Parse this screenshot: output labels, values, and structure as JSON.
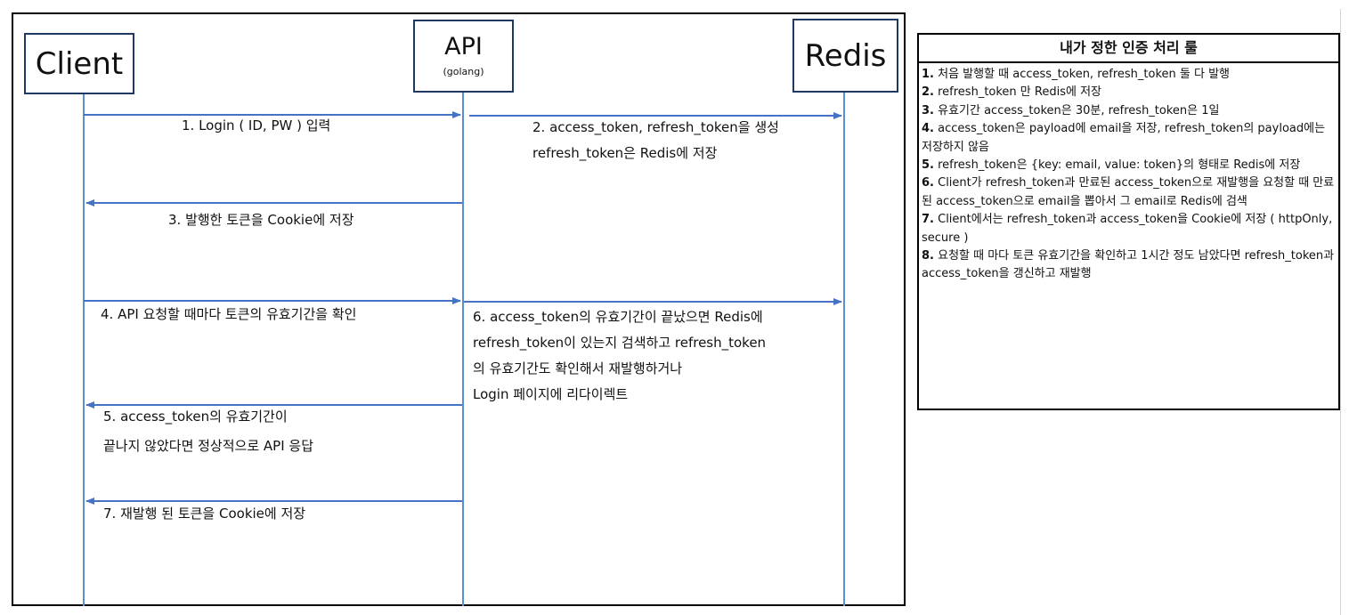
{
  "participants": {
    "client": "Client",
    "api": "API",
    "api_sub": "(golang)",
    "redis": "Redis"
  },
  "messages": {
    "m1": [
      "1. Login ( ID, PW ) 입력"
    ],
    "m2": [
      "2. access_token, refresh_token을 생성",
      "refresh_token은 Redis에 저장"
    ],
    "m3": [
      "3. 발행한 토큰을 Cookie에 저장"
    ],
    "m4": [
      "4. API 요청할 때마다 토큰의 유효기간을 확인"
    ],
    "m5": [
      "5. access_token의 유효기간이",
      "끝나지 않았다면 정상적으로 API 응답"
    ],
    "m6": [
      "6. access_token의 유효기간이 끝났으면 Redis에",
      "refresh_token이 있는지 검색하고 refresh_token",
      "의 유효기간도 확인해서 재발행하거나",
      "Login 페이지에 리다이렉트"
    ],
    "m7": [
      "7. 재발행 된 토큰을 Cookie에 저장"
    ]
  },
  "rules": {
    "title": "내가 정한 인증 처리 룰",
    "items": [
      {
        "num": "1.",
        "text": " 처음 발행할 때 access_token, refresh_token 둘 다 발행"
      },
      {
        "num": "2.",
        "text": " refresh_token 만 Redis에 저장"
      },
      {
        "num": "3.",
        "text": " 유효기간 access_token은 30분, refresh_token은  1일"
      },
      {
        "num": "4.",
        "text": " access_token은 payload에 email을 저장, refresh_token의 payload에는 저장하지 않음"
      },
      {
        "num": "5.",
        "text": " refresh_token은 {key: email, value: token}의 형태로 Redis에 저장"
      },
      {
        "num": "6.",
        "text": " Client가 refresh_token과 만료된 access_token으로 재발행을 요청할 때 만료된 access_token으로 email을 뽑아서 그 email로 Redis에 검색"
      },
      {
        "num": "7.",
        "text": " Client에서는 refresh_token과 access_token을 Cookie에 저장 ( httpOnly, secure )"
      },
      {
        "num": "8.",
        "text": " 요청할 때 마다 토큰 유효기간을 확인하고  1시간 정도 남았다면 refresh_token과 access_token을 갱신하고 재발행"
      }
    ]
  },
  "colors": {
    "participant_border": "#203864",
    "lifeline": "#5b8fd0",
    "arrow": "#4472c4"
  }
}
